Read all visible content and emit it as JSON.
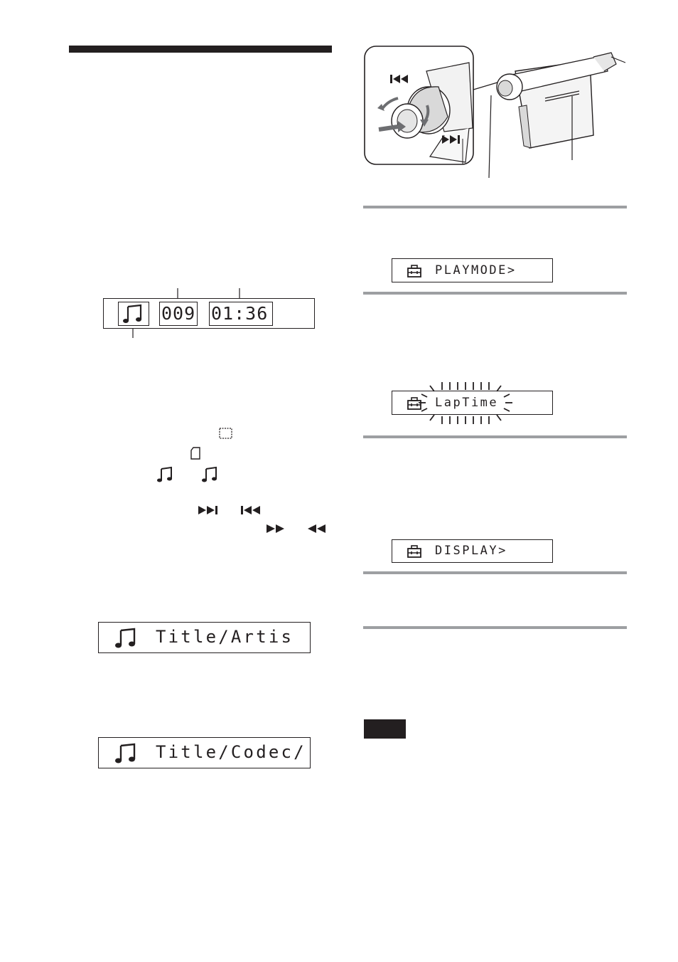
{
  "left_column": {
    "time_display": {
      "track_number": "009",
      "elapsed_time": "01:36"
    },
    "title_artist_display": {
      "text": "Title/Artis"
    },
    "title_codec_display": {
      "text": "Title/Codec/"
    }
  },
  "illustration": {
    "prev_label": "⏮",
    "next_label": "⏭"
  },
  "right_column": {
    "display_playmode": "PLAYMODE>",
    "display_laptime": "LapTime",
    "display_display": "DISPLAY>"
  },
  "icons": {
    "note": "music-note-icon",
    "toolbox": "menu-toolbox-icon",
    "memory_card": "memory-card-icon",
    "sd_card": "card-icon",
    "skip_next": "⏭",
    "skip_prev": "⏮",
    "fast_forward": "⏩",
    "rewind": "⏪"
  }
}
